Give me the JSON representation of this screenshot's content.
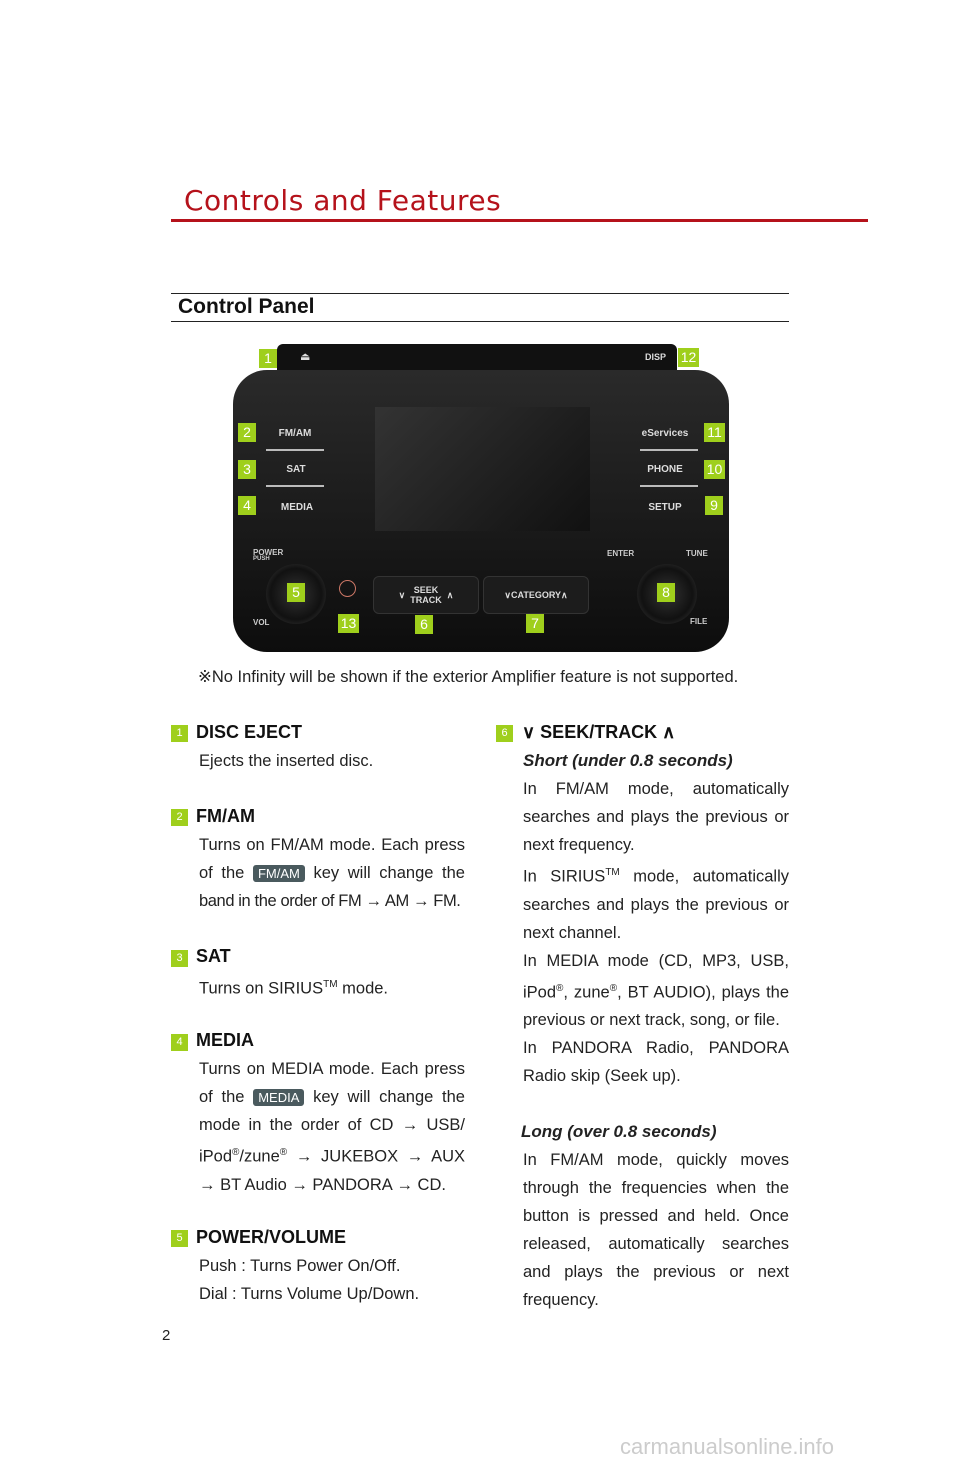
{
  "header": {
    "title": "Controls and Features",
    "section": "Control Panel"
  },
  "panel": {
    "buttons_left": [
      "FM/AM",
      "SAT",
      "MEDIA"
    ],
    "buttons_right": [
      "eServices",
      "PHONE",
      "SETUP"
    ],
    "eject": "⏏",
    "disp": "DISP",
    "power": "POWER",
    "push": "PUSH",
    "vol": "VOL",
    "enter": "ENTER",
    "tune": "TUNE",
    "file": "FILE",
    "seek": "SEEK",
    "track": "TRACK",
    "category": "CATEGORY",
    "callouts": [
      "1",
      "2",
      "3",
      "4",
      "5",
      "6",
      "7",
      "8",
      "9",
      "10",
      "11",
      "12",
      "13"
    ],
    "accent": "#9fcf1c"
  },
  "note": "※No Infinity will be shown if the exterior Amplifier feature is not supported.",
  "items": {
    "i1": {
      "num": "1",
      "title": "DISC EJECT",
      "text": "Ejects the inserted disc."
    },
    "i2": {
      "num": "2",
      "title": "FM/AM",
      "l1": "Turns on FM/AM mode. Each press",
      "l2a": "of the",
      "key": "FM/AM",
      "l2b": "key will change the",
      "l3": "band in the order of FM → AM → FM."
    },
    "i3": {
      "num": "3",
      "title": "SAT",
      "l1a": "Turns on SIRIUS",
      "tm": "TM",
      "l1b": " mode."
    },
    "i4": {
      "num": "4",
      "title": "MEDIA",
      "l1": "Turns on MEDIA mode. Each press",
      "l2a": "of the",
      "key": "MEDIA",
      "l2b": "key will change the",
      "l3": "mode in the order of CD → USB/",
      "l4a": "iPod",
      "l4b": "/zune",
      "l4c": " → JUKEBOX → AUX",
      "reg": "®",
      "l5": "→ BT Audio → PANDORA → CD."
    },
    "i5": {
      "num": "5",
      "title": "POWER/VOLUME",
      "l1": "Push : Turns Power On/Off.",
      "l2": "Dial : Turns Volume Up/Down."
    },
    "i6": {
      "num": "6",
      "title": "∨ SEEK/TRACK ∧",
      "short": "Short (under 0.8 seconds)",
      "s1": "In FM/AM mode, automatically",
      "s2": "searches and plays the previous or",
      "s3": "next frequency.",
      "s4a": "In SIRIUS",
      "s4b": " mode, automatically",
      "s5": "searches and plays the previous or",
      "s6": "next channel.",
      "s7": "In MEDIA mode (CD, MP3, USB,",
      "s8a": "iPod",
      "s8b": ", zune",
      "s8c": ", BT AUDIO), plays the",
      "s9": "previous or next track, song, or file.",
      "s10": "In PANDORA Radio, PANDORA",
      "s11": "Radio skip (Seek up).",
      "long": "Long (over 0.8 seconds)",
      "l1": "In FM/AM mode, quickly moves",
      "l2": "through the frequencies when the",
      "l3": "button is pressed and held. Once",
      "l4": "released, automatically searches",
      "l5": "and plays the previous or next",
      "l6": "frequency."
    }
  },
  "page_number": "2",
  "watermark": "carmanualsonline.info"
}
